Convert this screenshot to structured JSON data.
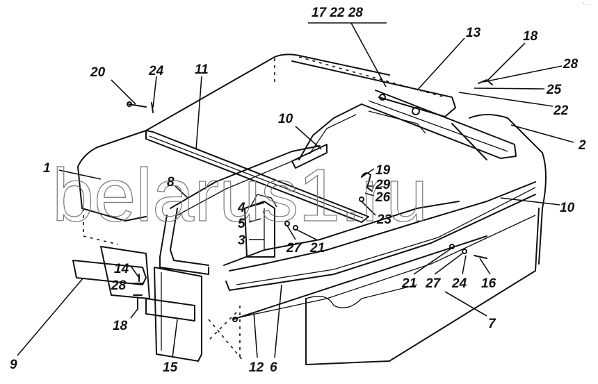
{
  "diagram": {
    "watermark": "belarus1.ru",
    "corner_mark": "°· ···",
    "callouts": {
      "top_group": "17 22 28",
      "c13": "13",
      "c18a": "18",
      "c28a": "28",
      "c25": "25",
      "c22": "22",
      "c2": "2",
      "c20": "20",
      "c24a": "24",
      "c11": "11",
      "c10a": "10",
      "c1": "1",
      "c8": "8",
      "c19": "19",
      "c29": "29",
      "c26": "26",
      "c23": "23",
      "c4": "4",
      "c5": "5",
      "c3": "3",
      "c27a": "27",
      "c21a": "21",
      "c10b": "10",
      "c14": "14",
      "c28b": "28",
      "c18b": "18",
      "c9": "9",
      "c15": "15",
      "c12": "12",
      "c6": "6",
      "c21b": "21",
      "c27b": "27",
      "c24b": "24",
      "c16": "16",
      "c7": "7"
    }
  }
}
